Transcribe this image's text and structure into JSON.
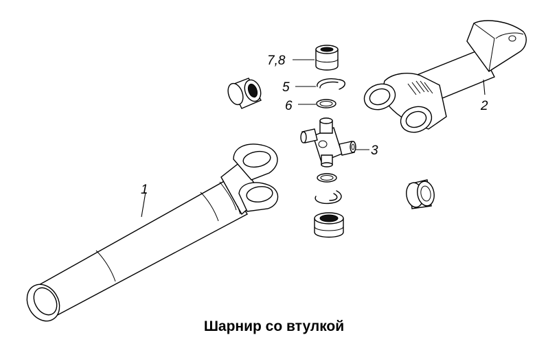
{
  "diagram": {
    "caption": "Шарнир со втулкой",
    "callouts": {
      "shaft_1": "1",
      "yoke_2": "2",
      "cross_3": "3",
      "ring_5": "5",
      "ring_6": "6",
      "cap_78": "7,8"
    }
  }
}
